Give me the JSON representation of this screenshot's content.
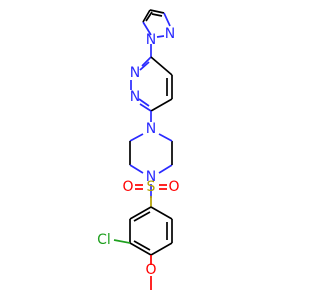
{
  "molecule": {
    "atoms": {
      "n_pz1": {
        "text": "N",
        "color": "#2a2aff"
      },
      "n_pz2": {
        "text": "N",
        "color": "#2a2aff"
      },
      "n_pd1": {
        "text": "N",
        "color": "#2a2aff"
      },
      "n_pd2": {
        "text": "N",
        "color": "#2a2aff"
      },
      "n_pip1": {
        "text": "N",
        "color": "#2a2aff"
      },
      "n_pip2": {
        "text": "N",
        "color": "#2a2aff"
      },
      "s": {
        "text": "S",
        "color": "#b2a000"
      },
      "o_left": {
        "text": "O",
        "color": "#ff0000"
      },
      "o_right": {
        "text": "O",
        "color": "#ff0000"
      },
      "cl": {
        "text": "Cl",
        "color": "#1fa01f"
      },
      "o_me": {
        "text": "O",
        "color": "#ff0000"
      }
    },
    "colors": {
      "bond": "#000000",
      "nitrogen": "#2a2aff",
      "sulfur": "#b2a000",
      "oxygen": "#ff0000",
      "chlorine": "#1fa01f"
    }
  }
}
